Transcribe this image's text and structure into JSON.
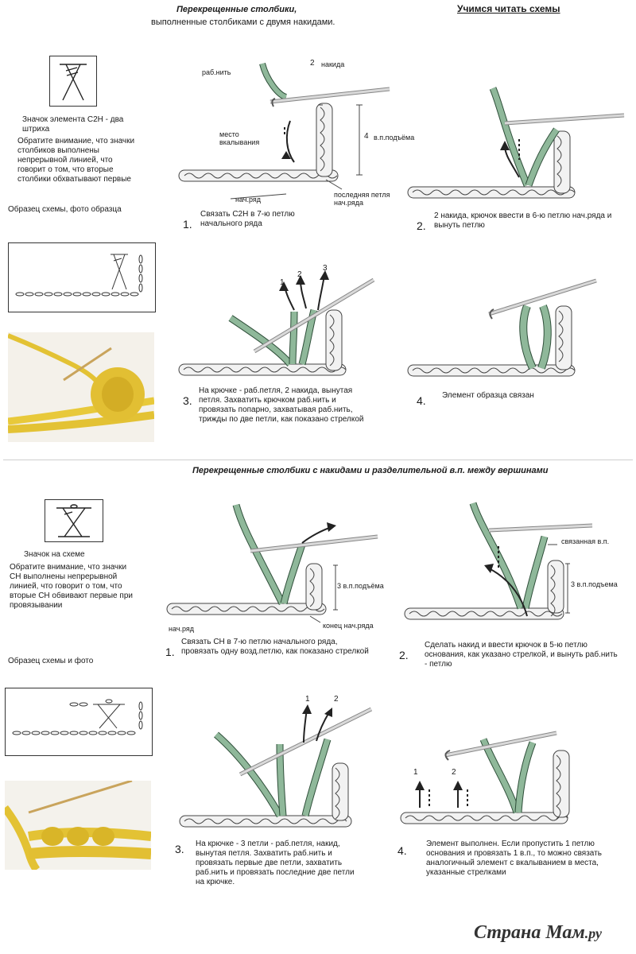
{
  "top": {
    "title_line1": "Перекрещенные столбики,",
    "title_line2": "выполненные столбиками с двумя накидами.",
    "header_right": "Учимся читать схемы"
  },
  "section1": {
    "symbol_caption": "Значок элемента С2Н - два штриха",
    "note": "Обратите внимание, что значки столбиков выполнены непрерывной линией, что говорит о том, что вторые столбики обхватывают первые",
    "sample_caption": "Образец схемы, фото образца",
    "step1": {
      "num": "1.",
      "text": "Связать С2Н в 7-ю петлю начального ряда",
      "label_work_yarn": "раб.нить",
      "label_yo_num": "2",
      "label_yo": "накида",
      "label_place": "место вкалывания",
      "label_ch_num": "4",
      "label_ch": "в.п.подъёма",
      "label_start_row": "нач.ряд",
      "label_last_loop": "последняя петля нач.ряда"
    },
    "step2": {
      "num": "2.",
      "text": "2 накида, крючок ввести в 6-ю петлю нач.ряда и вынуть петлю"
    },
    "step3": {
      "num": "3.",
      "text": "На крючке - раб.петля, 2 накида, вынутая петля. Захватить крючком раб.нить и провязать попарно, захватывая раб.нить, трижды по две петли, как показано стрелкой",
      "arrow1": "1",
      "arrow2": "2",
      "arrow3": "3"
    },
    "step4": {
      "num": "4.",
      "text": "Элемент образца связан"
    }
  },
  "section2": {
    "title": "Перекрещенные столбики с накидами и разделительной в.п. между вершинами",
    "symbol_caption": "Значок на схеме",
    "note": "Обратите внимание, что значки СН выполнены непрерывной линией, что говорит о том, что вторые СН обвивают первые при провязывании",
    "sample_caption": "Образец схемы и фото",
    "step1": {
      "num": "1.",
      "text": "Связать СН в 7-ю петлю начального ряда, провязать одну возд.петлю, как показано стрелкой",
      "label_ch": "3 в.п.подъёма",
      "label_start_row": "нач.ряд",
      "label_end_row": "конец нач.ряда"
    },
    "step2": {
      "num": "2.",
      "text": "Сделать накид и ввести крючок в 5-ю петлю основания, как указано стрелкой, и вынуть раб.нить - петлю",
      "label_chained": "связанная в.п.",
      "label_ch": "3 в.п.подъема"
    },
    "step3": {
      "num": "3.",
      "text": "На крючке - 3 петли - раб.петля, накид, вынутая петля. Захватить раб.нить и провязать первые две петли, захватить раб.нить и провязать последние две петли на крючке.",
      "arrow1": "1",
      "arrow2": "2"
    },
    "step4": {
      "num": "4.",
      "text": "Элемент выполнен. Если пропустить 1 петлю основания и провязать 1 в.п., то можно связать аналогичный элемент с вкалыванием в места, указанные стрелками",
      "arrow1": "1",
      "arrow2": "2"
    }
  },
  "watermark": {
    "text": "Страна Мам",
    "suffix": ".ру"
  },
  "colors": {
    "yarn_green": "#8fb89a",
    "yarn_outline": "#2f4f3a",
    "chain_gray": "#e8e8e8",
    "photo_yellow": "#e8c93a",
    "hook": "#c9c9c9"
  }
}
